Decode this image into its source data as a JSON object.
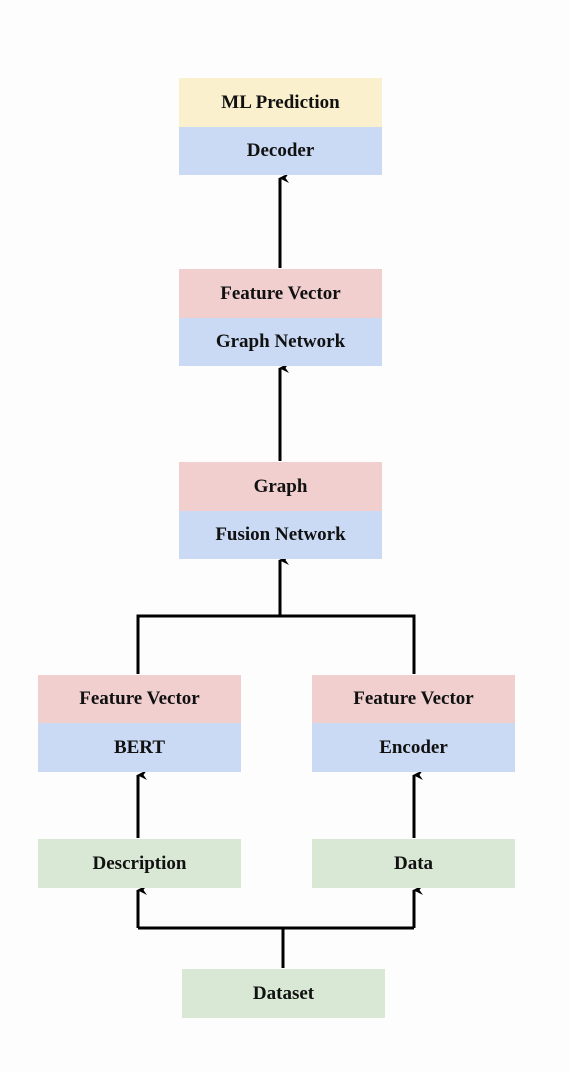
{
  "decoder_block": {
    "top": "ML Prediction",
    "bottom": "Decoder"
  },
  "graph_block": {
    "top": "Feature Vector",
    "bottom": "Graph Network"
  },
  "fusion_block": {
    "top": "Graph",
    "bottom": "Fusion Network"
  },
  "bert_block": {
    "top": "Feature Vector",
    "bottom": "BERT"
  },
  "encoder_block": {
    "top": "Feature Vector",
    "bottom": "Encoder"
  },
  "inputs": {
    "description": "Description",
    "data": "Data"
  },
  "source": {
    "dataset": "Dataset"
  },
  "colors": {
    "prediction": "#fbf0cd",
    "network": "#cad9f4",
    "feature": "#f1cfcf",
    "data": "#d9e8d5",
    "arrow": "#000000"
  }
}
